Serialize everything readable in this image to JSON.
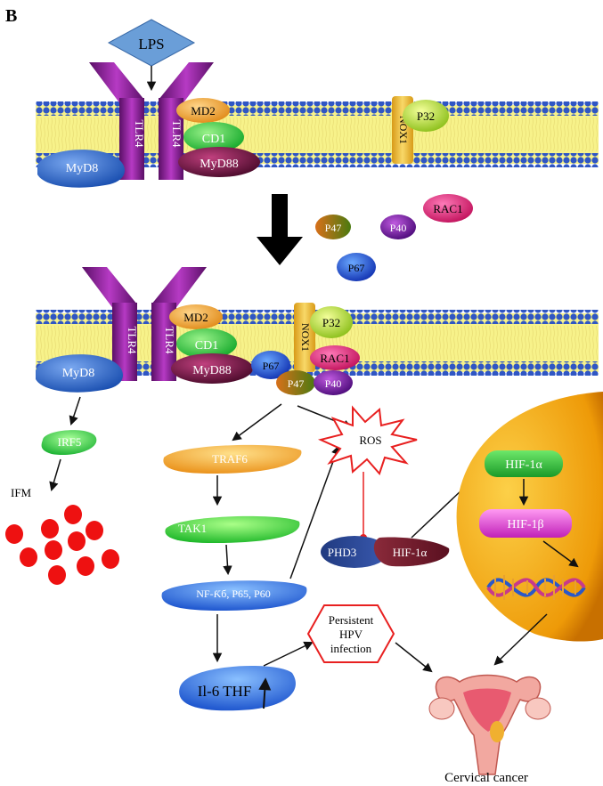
{
  "panel_label": "B",
  "upper": {
    "lps": "LPS",
    "tlr4_left": "TLR4",
    "tlr4_right": "TLR4",
    "md2": "MD2",
    "cd1": "CD1",
    "myd88": "MyD88",
    "myd8": "MyD8",
    "nox1": "NOX1",
    "p32": "P32"
  },
  "free_subunits": {
    "p47": "P47",
    "p40": "P40",
    "rac1": "RAC1",
    "p67": "P67"
  },
  "lower": {
    "tlr4_left": "TLR4",
    "tlr4_right": "TLR4",
    "md2": "MD2",
    "cd1": "CD1",
    "myd88": "MyD88",
    "myd8": "MyD8",
    "nox1": "NOX1",
    "p32": "P32",
    "rac1": "RAC1",
    "p67": "P67",
    "p47": "P47",
    "p40": "P40"
  },
  "pathway": {
    "irf5": "IRF5",
    "ifm": "IFM",
    "traf6": "TRAF6",
    "tak1": "TAK1",
    "nfkb": "NF-Ƙб, P65, P60",
    "il6": "Il-6 THF",
    "ros": "ROS",
    "phd3": "PHD3",
    "hif1a_complex": "HIF-1α",
    "hif1a_nucleus": "HIF-1α",
    "hif1b": "HIF-1β",
    "hpv_line1": "Persistent",
    "hpv_line2": "HPV",
    "hpv_line3": "infection",
    "cancer": "Cervical cancer"
  },
  "colors": {
    "tlr4": "#8e1e99",
    "membrane_head": "#2f56c4",
    "membrane_tail": "#f7f28a",
    "nox1": "#e8b830",
    "md2": "#f4a23a",
    "cd1": "#36d14a",
    "myd88": "#7a1848",
    "myd8": "#2e6fd8",
    "p32": "#c4e43c",
    "rac1": "#e8287a",
    "p40": "#7a18a8",
    "p47": "#b85a10",
    "p67": "#2a6ae0",
    "lps": "#6a9ed8",
    "traf6": "#f2a632",
    "tak1": "#3ed83a",
    "nfkb": "#2f72e8",
    "il6": "#2f72e8",
    "ros_stroke": "#e82020",
    "hif1b": "#e040d8",
    "nucleus": "#f2a810",
    "ifm_dots": "#ee1111"
  }
}
